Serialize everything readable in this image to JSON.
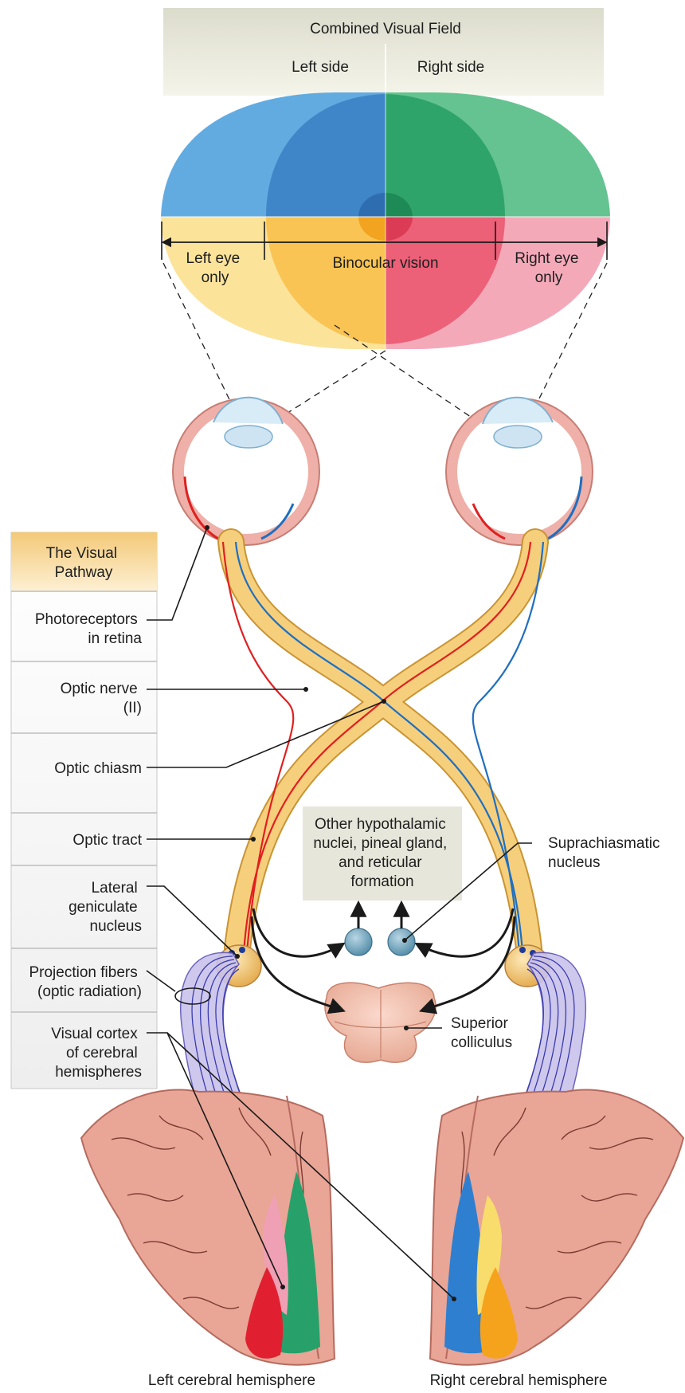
{
  "visual_field": {
    "title": "Combined Visual Field",
    "left_side": "Left side",
    "right_side": "Right side",
    "left_eye_only": [
      "Left eye",
      "only"
    ],
    "binocular": "Binocular vision",
    "right_eye_only": [
      "Right eye",
      "only"
    ]
  },
  "panel": {
    "title": [
      "The Visual",
      "Pathway"
    ],
    "items": [
      [
        "Photoreceptors",
        "in retina"
      ],
      [
        "Optic nerve",
        "(II)"
      ],
      [
        "Optic chiasm"
      ],
      [
        "Optic tract"
      ],
      [
        "Lateral",
        "geniculate",
        "nucleus"
      ],
      [
        "Projection fibers",
        "(optic radiation)"
      ],
      [
        "Visual cortex",
        "of cerebral",
        "hemispheres"
      ]
    ]
  },
  "callouts": {
    "hypothalamic": [
      "Other hypothalamic",
      "nuclei, pineal gland,",
      "and reticular",
      "formation"
    ],
    "suprachiasmatic": [
      "Suprachiasmatic",
      "nucleus"
    ],
    "superior_colliculus": [
      "Superior",
      "colliculus"
    ]
  },
  "hemispheres": {
    "left": "Left cerebral hemisphere",
    "right": "Right cerebral hemisphere"
  },
  "colors": {
    "field_blue": "#5aa6df",
    "field_green": "#5cc08a",
    "field_yellow": "#fbe39a",
    "field_pink": "#f08fa6",
    "nerve": "#f4c56a",
    "fiber_red": "#e02020",
    "fiber_blue": "#1f6fc0",
    "radiation": "#3b3bb0",
    "brain": "#e9a596"
  }
}
